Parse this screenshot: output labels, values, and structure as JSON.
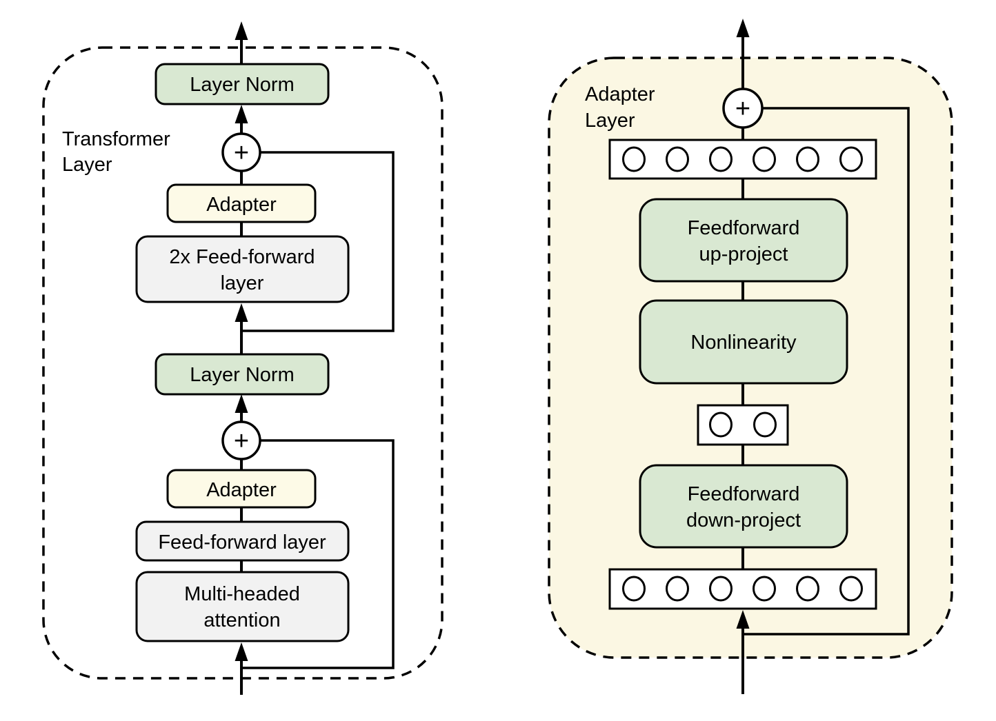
{
  "colors": {
    "green": "#d9e8d2",
    "yellow": "#fdfae7",
    "gray": "#f2f2f2",
    "panel_bg": "#fbf7e3",
    "white": "#ffffff",
    "stroke": "#000000"
  },
  "left_panel": {
    "label": {
      "line1": "Transformer",
      "line2": "Layer"
    },
    "layer_norm_top": "Layer Norm",
    "plus_top": "+",
    "adapter_top": "Adapter",
    "feedforward_2x": {
      "line1": "2x Feed-forward",
      "line2": "layer"
    },
    "layer_norm_bottom": "Layer Norm",
    "plus_bottom": "+",
    "adapter_bottom": "Adapter",
    "feedforward": "Feed-forward layer",
    "attention": {
      "line1": "Multi-headed",
      "line2": "attention"
    }
  },
  "right_panel": {
    "label": {
      "line1": "Adapter",
      "line2": "Layer"
    },
    "plus": "+",
    "up_project": {
      "line1": "Feedforward",
      "line2": "up-project"
    },
    "nonlinearity": "Nonlinearity",
    "down_project": {
      "line1": "Feedforward",
      "line2": "down-project"
    }
  }
}
